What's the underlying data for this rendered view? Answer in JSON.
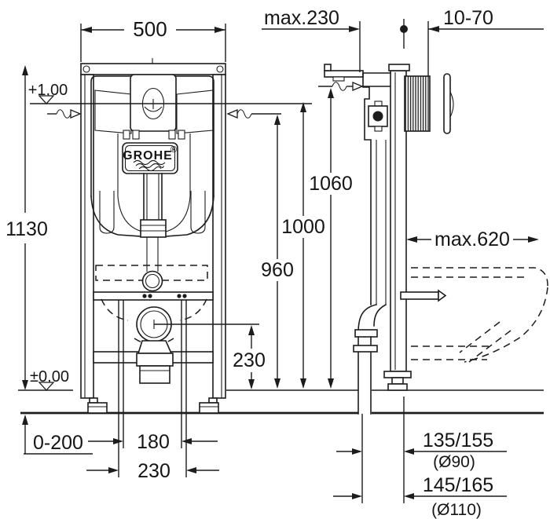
{
  "drawing": {
    "title": "GROHE concealed WC cistern frame installation drawing",
    "brand": "GROHE",
    "registered": "®",
    "colors": {
      "ink": "#1c1c1c",
      "paper": "#ffffff"
    },
    "dims": {
      "front_width": "500",
      "depth_max": "max.230",
      "wall_range": "10-70",
      "total_height": "1130",
      "frame_top_height": "1060",
      "plate_center_height": "1000",
      "inlet_height": "960",
      "drain_center_height": "230",
      "level_plate": "+1,00",
      "level_floor": "±0,00",
      "floor_adjust": "0-200",
      "bolt_spacing": "180",
      "fixing_spacing": "230",
      "bowl_depth_max": "max.620",
      "outlet_small": "135/155",
      "outlet_small_dia": "(Ø90)",
      "outlet_large": "145/165",
      "outlet_large_dia": "(Ø110)"
    }
  }
}
